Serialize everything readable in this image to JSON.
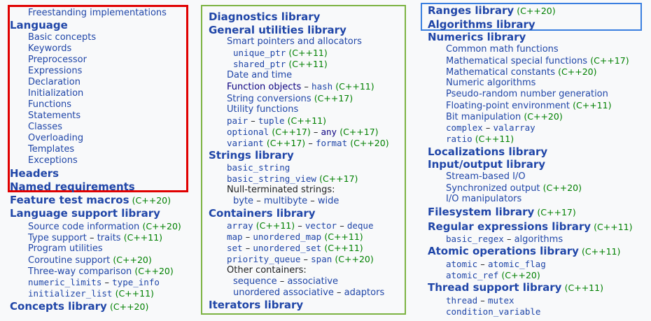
{
  "col1": {
    "freestanding": "Freestanding implementations",
    "language": "Language",
    "lang_items": [
      "Basic concepts",
      "Keywords",
      "Preprocessor",
      "Expressions",
      "Declaration",
      "Initialization",
      "Functions",
      "Statements",
      "Classes",
      "Overloading",
      "Templates",
      "Exceptions"
    ],
    "headers": "Headers",
    "named_requirements": "Named requirements",
    "feature_test_macros": "Feature test macros",
    "feature_test_ver": "(C++20)",
    "language_support": "Language support library",
    "source_code_info": "Source code information",
    "source_code_ver": "(C++20)",
    "type_support": "Type support",
    "traits": "traits",
    "traits_ver": "(C++11)",
    "program_utilities": "Program utilities",
    "coroutine_support": "Coroutine support",
    "coroutine_ver": "(C++20)",
    "three_way": "Three-way comparison",
    "three_way_ver": "(C++20)",
    "numeric_limits": "numeric_limits",
    "type_info": "type_info",
    "initializer_list": "initializer_list",
    "initializer_list_ver": "(C++11)",
    "concepts_library": "Concepts library",
    "concepts_ver": "(C++20)"
  },
  "col2": {
    "diagnostics": "Diagnostics library",
    "general_utilities": "General utilities library",
    "smart_pointers": "Smart pointers and allocators",
    "unique_ptr": "unique_ptr",
    "unique_ptr_ver": "(C++11)",
    "shared_ptr": "shared_ptr",
    "shared_ptr_ver": "(C++11)",
    "date_time": "Date and time",
    "function_objects": "Function objects",
    "hash": "hash",
    "hash_ver": "(C++11)",
    "string_conversions": "String conversions",
    "string_conversions_ver": "(C++17)",
    "utility_functions": "Utility functions",
    "pair": "pair",
    "tuple": "tuple",
    "tuple_ver": "(C++11)",
    "optional": "optional",
    "optional_ver": "(C++17)",
    "any": "any",
    "any_ver": "(C++17)",
    "variant": "variant",
    "variant_ver": "(C++17)",
    "format": "format",
    "format_ver": "(C++20)",
    "strings_library": "Strings library",
    "basic_string": "basic_string",
    "basic_string_view": "basic_string_view",
    "basic_string_view_ver": "(C++17)",
    "null_terminated": "Null-terminated strings:",
    "byte": "byte",
    "multibyte": "multibyte",
    "wide": "wide",
    "containers_library": "Containers library",
    "array": "array",
    "array_ver": "(C++11)",
    "vector": "vector",
    "deque": "deque",
    "map": "map",
    "unordered_map": "unordered_map",
    "unordered_map_ver": "(C++11)",
    "set": "set",
    "unordered_set": "unordered_set",
    "unordered_set_ver": "(C++11)",
    "priority_queue": "priority_queue",
    "span": "span",
    "span_ver": "(C++20)",
    "other_containers": "Other containers:",
    "sequence": "sequence",
    "associative": "associative",
    "unordered_associative": "unordered associative",
    "adaptors": "adaptors",
    "iterators_library": "Iterators library"
  },
  "col3": {
    "ranges_library": "Ranges library",
    "ranges_ver": "(C++20)",
    "algorithms_library": "Algorithms library",
    "numerics_library": "Numerics library",
    "common_math": "Common math functions",
    "math_special": "Mathematical special functions",
    "math_special_ver": "(C++17)",
    "math_constants": "Mathematical constants",
    "math_constants_ver": "(C++20)",
    "numeric_algorithms": "Numeric algorithms",
    "prng": "Pseudo-random number generation",
    "fp_env": "Floating-point environment",
    "fp_env_ver": "(C++11)",
    "bit_manipulation": "Bit manipulation",
    "bit_manipulation_ver": "(C++20)",
    "complex": "complex",
    "valarray": "valarray",
    "ratio": "ratio",
    "ratio_ver": "(C++11)",
    "localizations": "Localizations library",
    "io_library": "Input/output library",
    "stream_io": "Stream-based I/O",
    "sync_output": "Synchronized output",
    "sync_output_ver": "(C++20)",
    "io_manipulators": "I/O manipulators",
    "filesystem": "Filesystem library",
    "filesystem_ver": "(C++17)",
    "regex": "Regular expressions library",
    "regex_ver": "(C++11)",
    "basic_regex": "basic_regex",
    "algorithms": "algorithms",
    "atomic_ops": "Atomic operations library",
    "atomic_ops_ver": "(C++11)",
    "atomic": "atomic",
    "atomic_flag": "atomic_flag",
    "atomic_ref": "atomic_ref",
    "atomic_ref_ver": "(C++20)",
    "thread_support": "Thread support library",
    "thread_support_ver": "(C++11)",
    "thread": "thread",
    "mutex": "mutex",
    "condition_variable": "condition_variable"
  },
  "dash": "–",
  "colors": {
    "link": "#2046a8",
    "version": "#008000",
    "red_box": "#e00000",
    "green_box": "#7cb342",
    "blue_box": "#3a7fe0"
  }
}
